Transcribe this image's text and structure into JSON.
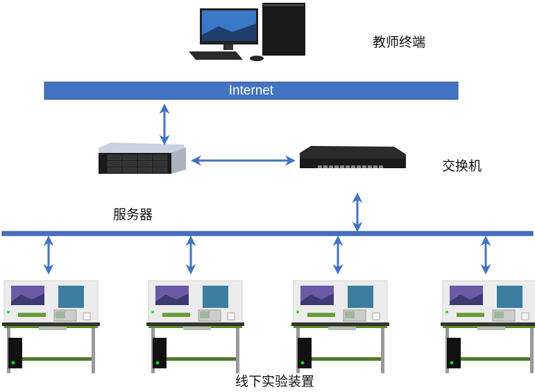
{
  "labels": {
    "teacher_terminal": "教师终端",
    "internet": "Internet",
    "switch": "交换机",
    "server": "服务器",
    "offline_devices": "线下实验装置"
  },
  "colors": {
    "network_blue": "#4472C4",
    "table_green": "#4E7A2C"
  },
  "workstations_count": 4
}
